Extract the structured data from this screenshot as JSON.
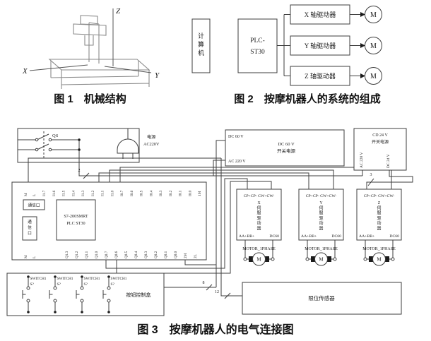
{
  "figure1": {
    "caption": "图 1　机械结构",
    "axes": {
      "x": "X",
      "y": "Y",
      "z": "Z"
    }
  },
  "figure2": {
    "caption": "图 2　按摩机器人的系统的组成",
    "computer": "计算机",
    "plc_line1": "PLC-",
    "plc_line2": "ST30",
    "drivers": [
      "X 轴驱动器",
      "Y 轴驱动器",
      "Z 轴驱动器"
    ],
    "motor": "M"
  },
  "figure3": {
    "caption": "图 3　按摩机器人的电气连接图",
    "power_box": {
      "switch": "QS",
      "label_line1": "电源",
      "label_line2": "AC220V"
    },
    "dc60": {
      "terminal_top": "DC 60 V",
      "terminal_bottom": "AC 220 V",
      "title_line1": "DC 60 V",
      "title_line2": "开关电源"
    },
    "cd24": {
      "title_line1": "CD 24 V",
      "title_line2": "开关电源",
      "terminal_left": "AC 220 V",
      "terminal_right": "DC 24 V"
    },
    "wires": {
      "w2": "2",
      "w3": "3",
      "w8": "8",
      "w12": "12"
    },
    "plc": {
      "comm_port": "通信口",
      "comm_port_vertical": "通信口",
      "model_line1": "S7-200SMRT",
      "model_line2": "PLC ST30",
      "top_terminals": [
        "M",
        "L",
        "I1.7",
        "I1.6",
        "I1.5",
        "I1.4",
        "I1.3",
        "I1.2",
        "I1.1",
        "I1.0",
        "I0.7",
        "I0.6",
        "I0.5",
        "I0.4",
        "I0.3",
        "I0.2",
        "I0.1",
        "I0.0",
        "1M"
      ],
      "bottom_terminals": [
        "M",
        "L",
        "Q1.3",
        "Q1.2",
        "Q1.1",
        "Q1.0",
        "Q0.7",
        "Q0.6",
        "Q0.5",
        "Q0.4",
        "Q0.3",
        "Q0.2",
        "Q0.1",
        "Q0.0",
        "2M",
        "2L"
      ]
    },
    "drivers": [
      {
        "axis": "X",
        "top_terminals": "CP+CP- CW+CW-",
        "vertical_label": "X伺服驱动器",
        "bottom_left": "AA+BB+",
        "bottom_right": "DC60",
        "motor_label": "MOTOR_1PHASE",
        "motor_letter": "M"
      },
      {
        "axis": "Y",
        "top_terminals": "CP+CP- CW+CW-",
        "vertical_label": "Y伺服驱动器",
        "bottom_left": "AA+BB+",
        "bottom_right": "DC60",
        "motor_label": "MOTOR_1PHASE",
        "motor_letter": "M"
      },
      {
        "axis": "Z",
        "top_terminals": "CP+CP- CW+CW-",
        "vertical_label": "Z伺服驱动器",
        "bottom_left": "AA+BB+",
        "bottom_right": "DC60",
        "motor_label": "MOTOR_1PHASE",
        "motor_letter": "M"
      }
    ],
    "button_box": {
      "label": "按钮控制盒",
      "switch_label": "SWITCH1",
      "switch_sub": "S?"
    },
    "limit_sensor": {
      "label": "限位传感器"
    }
  }
}
